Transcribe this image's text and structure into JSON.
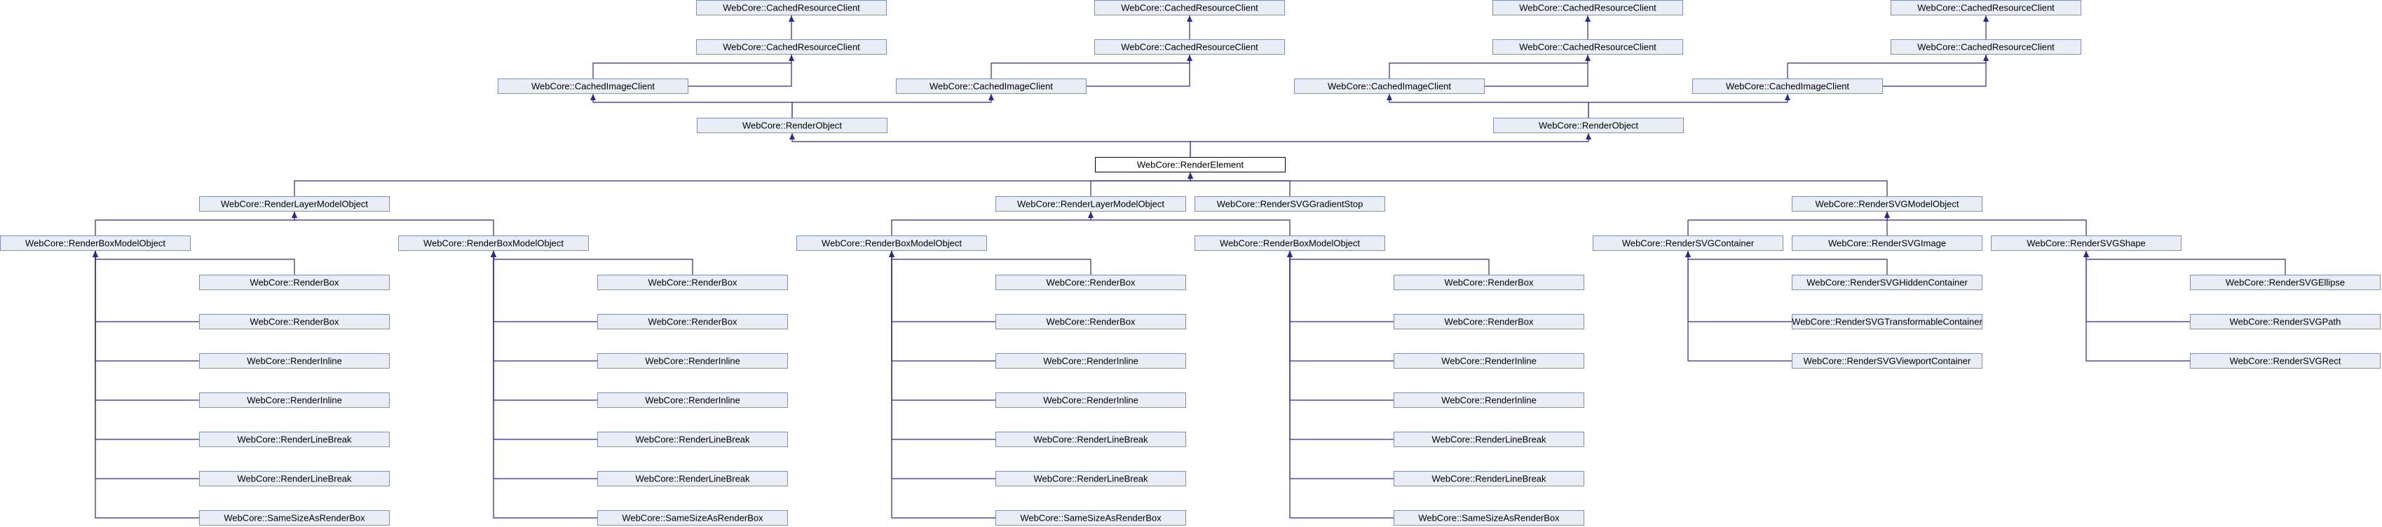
{
  "colors": {
    "node_fill": "#e8edf6",
    "node_stroke": "#7f8fb7",
    "focus_fill": "#ffffff",
    "focus_stroke": "#000000",
    "edge": "#2b2b8c",
    "text": "#000000"
  },
  "nodes": [
    {
      "id": "c1",
      "label": "WebCore::CachedResourceClient",
      "focus": false
    },
    {
      "id": "c2",
      "label": "WebCore::CachedResourceClient",
      "focus": false
    },
    {
      "id": "c3",
      "label": "WebCore::CachedResourceClient",
      "focus": false
    },
    {
      "id": "c4",
      "label": "WebCore::CachedResourceClient",
      "focus": false
    },
    {
      "id": "c5",
      "label": "WebCore::CachedResourceClient",
      "focus": false
    },
    {
      "id": "c6",
      "label": "WebCore::CachedResourceClient",
      "focus": false
    },
    {
      "id": "c7",
      "label": "WebCore::CachedResourceClient",
      "focus": false
    },
    {
      "id": "c8",
      "label": "WebCore::CachedResourceClient",
      "focus": false
    },
    {
      "id": "ci1",
      "label": "WebCore::CachedImageClient",
      "focus": false
    },
    {
      "id": "ci2",
      "label": "WebCore::CachedImageClient",
      "focus": false
    },
    {
      "id": "ci3",
      "label": "WebCore::CachedImageClient",
      "focus": false
    },
    {
      "id": "ci4",
      "label": "WebCore::CachedImageClient",
      "focus": false
    },
    {
      "id": "ro1",
      "label": "WebCore::RenderObject",
      "focus": false
    },
    {
      "id": "ro2",
      "label": "WebCore::RenderObject",
      "focus": false
    },
    {
      "id": "re",
      "label": "WebCore::RenderElement",
      "focus": true
    },
    {
      "id": "rlm1",
      "label": "WebCore::RenderLayerModelObject",
      "focus": false
    },
    {
      "id": "rlm2",
      "label": "WebCore::RenderLayerModelObject",
      "focus": false
    },
    {
      "id": "gs",
      "label": "WebCore::RenderSVGGradientStop",
      "focus": false
    },
    {
      "id": "svgm",
      "label": "WebCore::RenderSVGModelObject",
      "focus": false
    },
    {
      "id": "bm1",
      "label": "WebCore::RenderBoxModelObject",
      "focus": false
    },
    {
      "id": "bm2",
      "label": "WebCore::RenderBoxModelObject",
      "focus": false
    },
    {
      "id": "bm3",
      "label": "WebCore::RenderBoxModelObject",
      "focus": false
    },
    {
      "id": "bm4",
      "label": "WebCore::RenderBoxModelObject",
      "focus": false
    },
    {
      "id": "svgc",
      "label": "WebCore::RenderSVGContainer",
      "focus": false
    },
    {
      "id": "svgi",
      "label": "WebCore::RenderSVGImage",
      "focus": false
    },
    {
      "id": "svgs",
      "label": "WebCore::RenderSVGShape",
      "focus": false
    },
    {
      "id": "b1_1",
      "label": "WebCore::RenderBox",
      "focus": false
    },
    {
      "id": "b1_2",
      "label": "WebCore::RenderBox",
      "focus": false
    },
    {
      "id": "b1_3",
      "label": "WebCore::RenderInline",
      "focus": false
    },
    {
      "id": "b1_4",
      "label": "WebCore::RenderInline",
      "focus": false
    },
    {
      "id": "b1_5",
      "label": "WebCore::RenderLineBreak",
      "focus": false
    },
    {
      "id": "b1_6",
      "label": "WebCore::RenderLineBreak",
      "focus": false
    },
    {
      "id": "b1_7",
      "label": "WebCore::SameSizeAsRenderBox",
      "focus": false
    },
    {
      "id": "b2_1",
      "label": "WebCore::RenderBox",
      "focus": false
    },
    {
      "id": "b2_2",
      "label": "WebCore::RenderBox",
      "focus": false
    },
    {
      "id": "b2_3",
      "label": "WebCore::RenderInline",
      "focus": false
    },
    {
      "id": "b2_4",
      "label": "WebCore::RenderInline",
      "focus": false
    },
    {
      "id": "b2_5",
      "label": "WebCore::RenderLineBreak",
      "focus": false
    },
    {
      "id": "b2_6",
      "label": "WebCore::RenderLineBreak",
      "focus": false
    },
    {
      "id": "b2_7",
      "label": "WebCore::SameSizeAsRenderBox",
      "focus": false
    },
    {
      "id": "b3_1",
      "label": "WebCore::RenderBox",
      "focus": false
    },
    {
      "id": "b3_2",
      "label": "WebCore::RenderBox",
      "focus": false
    },
    {
      "id": "b3_3",
      "label": "WebCore::RenderInline",
      "focus": false
    },
    {
      "id": "b3_4",
      "label": "WebCore::RenderInline",
      "focus": false
    },
    {
      "id": "b3_5",
      "label": "WebCore::RenderLineBreak",
      "focus": false
    },
    {
      "id": "b3_6",
      "label": "WebCore::RenderLineBreak",
      "focus": false
    },
    {
      "id": "b3_7",
      "label": "WebCore::SameSizeAsRenderBox",
      "focus": false
    },
    {
      "id": "b4_1",
      "label": "WebCore::RenderBox",
      "focus": false
    },
    {
      "id": "b4_2",
      "label": "WebCore::RenderBox",
      "focus": false
    },
    {
      "id": "b4_3",
      "label": "WebCore::RenderInline",
      "focus": false
    },
    {
      "id": "b4_4",
      "label": "WebCore::RenderInline",
      "focus": false
    },
    {
      "id": "b4_5",
      "label": "WebCore::RenderLineBreak",
      "focus": false
    },
    {
      "id": "b4_6",
      "label": "WebCore::RenderLineBreak",
      "focus": false
    },
    {
      "id": "b4_7",
      "label": "WebCore::SameSizeAsRenderBox",
      "focus": false
    },
    {
      "id": "hc",
      "label": "WebCore::RenderSVGHiddenContainer",
      "focus": false
    },
    {
      "id": "tc",
      "label": "WebCore::RenderSVGTransformableContainer",
      "focus": false
    },
    {
      "id": "vc",
      "label": "WebCore::RenderSVGViewportContainer",
      "focus": false
    },
    {
      "id": "el",
      "label": "WebCore::RenderSVGEllipse",
      "focus": false
    },
    {
      "id": "pa",
      "label": "WebCore::RenderSVGPath",
      "focus": false
    },
    {
      "id": "rc",
      "label": "WebCore::RenderSVGRect",
      "focus": false
    }
  ],
  "edges": [
    {
      "from": "ci1",
      "to": "c1"
    },
    {
      "from": "ci1",
      "to": "c2"
    },
    {
      "from": "ci2",
      "to": "c3"
    },
    {
      "from": "ci2",
      "to": "c4"
    },
    {
      "from": "ci3",
      "to": "c5"
    },
    {
      "from": "ci3",
      "to": "c6"
    },
    {
      "from": "ci4",
      "to": "c7"
    },
    {
      "from": "ci4",
      "to": "c8"
    },
    {
      "from": "ro1",
      "to": "ci1"
    },
    {
      "from": "ro1",
      "to": "ci2"
    },
    {
      "from": "ro2",
      "to": "ci3"
    },
    {
      "from": "ro2",
      "to": "ci4"
    },
    {
      "from": "re",
      "to": "ro1"
    },
    {
      "from": "re",
      "to": "ro2"
    },
    {
      "from": "rlm1",
      "to": "re"
    },
    {
      "from": "rlm2",
      "to": "re"
    },
    {
      "from": "gs",
      "to": "re"
    },
    {
      "from": "svgm",
      "to": "re"
    },
    {
      "from": "bm1",
      "to": "rlm1"
    },
    {
      "from": "bm2",
      "to": "rlm1"
    },
    {
      "from": "bm3",
      "to": "rlm2"
    },
    {
      "from": "bm4",
      "to": "rlm2"
    },
    {
      "from": "svgc",
      "to": "svgm"
    },
    {
      "from": "svgi",
      "to": "svgm"
    },
    {
      "from": "svgs",
      "to": "svgm"
    },
    {
      "from": "b1_1",
      "to": "bm1"
    },
    {
      "from": "b1_2",
      "to": "bm1"
    },
    {
      "from": "b1_3",
      "to": "bm1"
    },
    {
      "from": "b1_4",
      "to": "bm1"
    },
    {
      "from": "b1_5",
      "to": "bm1"
    },
    {
      "from": "b1_6",
      "to": "bm1"
    },
    {
      "from": "b1_7",
      "to": "bm1"
    },
    {
      "from": "b2_1",
      "to": "bm2"
    },
    {
      "from": "b2_2",
      "to": "bm2"
    },
    {
      "from": "b2_3",
      "to": "bm2"
    },
    {
      "from": "b2_4",
      "to": "bm2"
    },
    {
      "from": "b2_5",
      "to": "bm2"
    },
    {
      "from": "b2_6",
      "to": "bm2"
    },
    {
      "from": "b2_7",
      "to": "bm2"
    },
    {
      "from": "b3_1",
      "to": "bm3"
    },
    {
      "from": "b3_2",
      "to": "bm3"
    },
    {
      "from": "b3_3",
      "to": "bm3"
    },
    {
      "from": "b3_4",
      "to": "bm3"
    },
    {
      "from": "b3_5",
      "to": "bm3"
    },
    {
      "from": "b3_6",
      "to": "bm3"
    },
    {
      "from": "b3_7",
      "to": "bm3"
    },
    {
      "from": "b4_1",
      "to": "bm4"
    },
    {
      "from": "b4_2",
      "to": "bm4"
    },
    {
      "from": "b4_3",
      "to": "bm4"
    },
    {
      "from": "b4_4",
      "to": "bm4"
    },
    {
      "from": "b4_5",
      "to": "bm4"
    },
    {
      "from": "b4_6",
      "to": "bm4"
    },
    {
      "from": "b4_7",
      "to": "bm4"
    },
    {
      "from": "hc",
      "to": "svgc"
    },
    {
      "from": "tc",
      "to": "svgc"
    },
    {
      "from": "vc",
      "to": "svgc"
    },
    {
      "from": "el",
      "to": "svgs"
    },
    {
      "from": "pa",
      "to": "svgs"
    },
    {
      "from": "rc",
      "to": "svgs"
    }
  ]
}
